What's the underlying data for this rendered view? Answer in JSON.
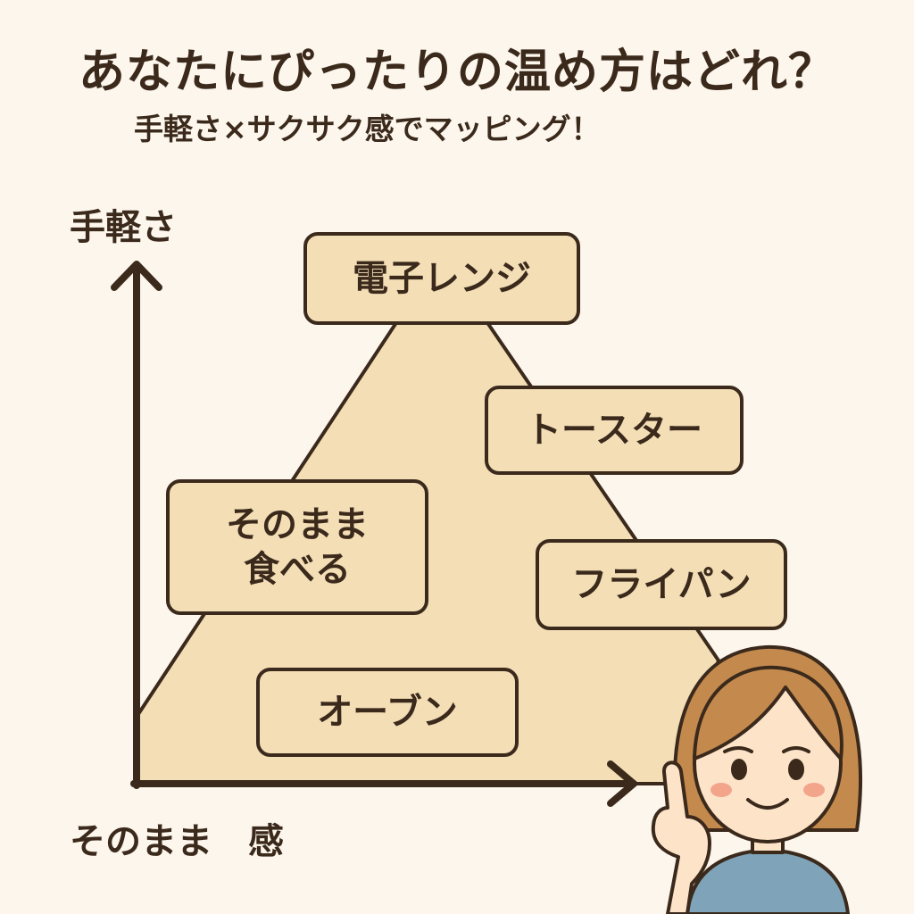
{
  "title": "あなたにぴったりの温め方はどれ？",
  "subtitle": "手軽さ×サクサク感でマッピング！",
  "axes": {
    "y_label": "手軽さ",
    "x_label": "そのまま　感"
  },
  "methods": {
    "microwave": "電子レンジ",
    "toaster": "トースター",
    "eat_as_is": "そのまま\n食べる",
    "frypan": "フライパン",
    "oven": "オーブン"
  },
  "colors": {
    "background": "#fcf6ec",
    "pyramid_fill": "#f3deb6",
    "outline": "#3b2a1c",
    "hair": "#c48a4d",
    "skin": "#fde3c8",
    "shirt": "#7fa3b8"
  },
  "icons": [
    "up-arrow-icon",
    "right-arrow-icon",
    "girl-pointing-illustration"
  ]
}
